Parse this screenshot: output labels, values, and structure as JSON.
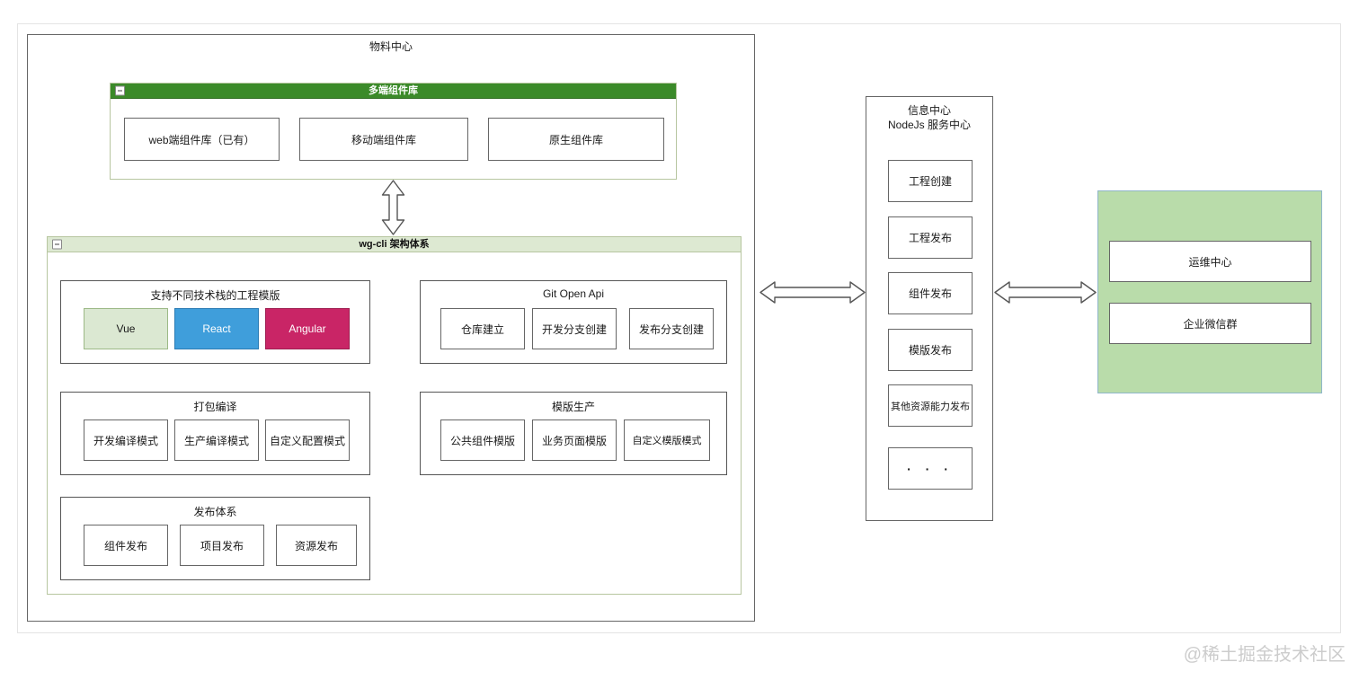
{
  "page": {
    "watermark": "@稀土掘金技术社区"
  },
  "material_center": {
    "title": "物料中心",
    "multi_component_library": {
      "title": "多端组件库",
      "items": [
        "web端组件库（已有）",
        "移动端组件库",
        "原生组件库"
      ]
    },
    "wg_cli": {
      "title": "wg-cli 架构体系",
      "sections": [
        {
          "title": "支持不同技术栈的工程模版",
          "items": [
            "Vue",
            "React",
            "Angular"
          ]
        },
        {
          "title": "Git Open Api",
          "items": [
            "仓库建立",
            "开发分支创建",
            "发布分支创建"
          ]
        },
        {
          "title": "打包编译",
          "items": [
            "开发编译模式",
            "生产编译模式",
            "自定义配置模式"
          ]
        },
        {
          "title": "模版生产",
          "items": [
            "公共组件模版",
            "业务页面模版",
            "自定义模版模式"
          ]
        },
        {
          "title": "发布体系",
          "items": [
            "组件发布",
            "项目发布",
            "资源发布"
          ]
        }
      ]
    }
  },
  "info_center": {
    "title_line1": "信息中心",
    "title_line2": "NodeJs 服务中心",
    "items": [
      "工程创建",
      "工程发布",
      "组件发布",
      "模版发布",
      "其他资源能力发布",
      "· · ·"
    ]
  },
  "ops_center": {
    "items": [
      "运维中心",
      "企业微信群"
    ]
  },
  "icons": {
    "collapse": "minus-collapse-icon",
    "arrows": [
      "double-arrow-vertical",
      "double-arrow-horizontal-left",
      "double-arrow-horizontal-right"
    ]
  },
  "colors": {
    "header_green": "#3b8a29",
    "header_light_green": "#dde9d2",
    "group_border": "#b7c6a0",
    "box_border": "#666666",
    "vue_fill": "#dbe8d2",
    "vue_border": "#9cb986",
    "react_fill": "#3f9edb",
    "angular_fill": "#c92566",
    "ops_fill": "#b9dcaa",
    "ops_border": "#8fb6c9",
    "watermark_gray": "#cccccc"
  }
}
